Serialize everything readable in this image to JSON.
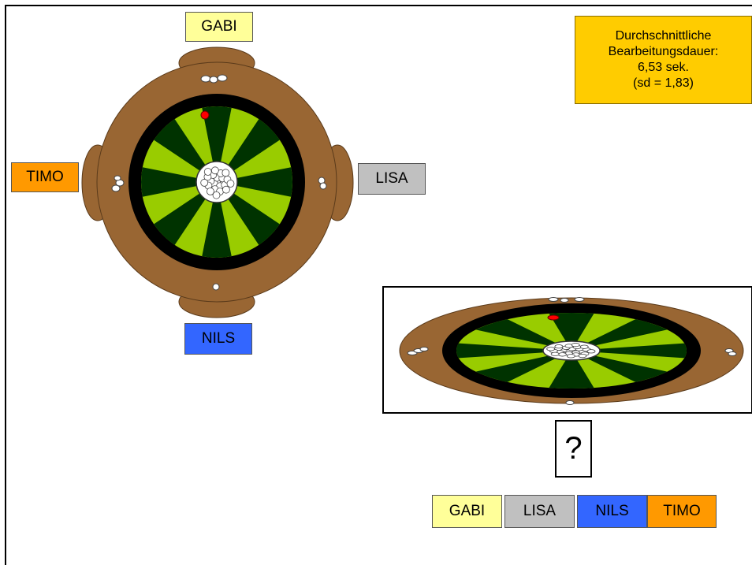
{
  "players": {
    "gabi": {
      "name": "GABI",
      "color": "#ffff99"
    },
    "lisa": {
      "name": "LISA",
      "color": "#c0c0c0"
    },
    "nils": {
      "name": "NILS",
      "color": "#3366ff"
    },
    "timo": {
      "name": "TIMO",
      "color": "#ff9900"
    }
  },
  "stats": {
    "line1": "Durchschnittliche",
    "line2": "Bearbeitungsdauer:",
    "line3": "6,53 sek.",
    "line4": "(sd = 1,83)",
    "color": "#ffcc00"
  },
  "question": {
    "text": "?"
  },
  "answer_options": [
    {
      "label": "GABI",
      "color": "#ffff99"
    },
    {
      "label": "LISA",
      "color": "#c0c0c0"
    },
    {
      "label": "NILS",
      "color": "#3366ff"
    },
    {
      "label": "TIMO",
      "color": "#ff9900"
    }
  ],
  "board": {
    "wood_color": "#996633",
    "rail_color": "#000000",
    "dark_segment_color": "#003300",
    "light_segment_color": "#99cc00",
    "marble_color": "#ffffff",
    "highlight_marble_color": "#ff0000",
    "segment_count": 16
  }
}
